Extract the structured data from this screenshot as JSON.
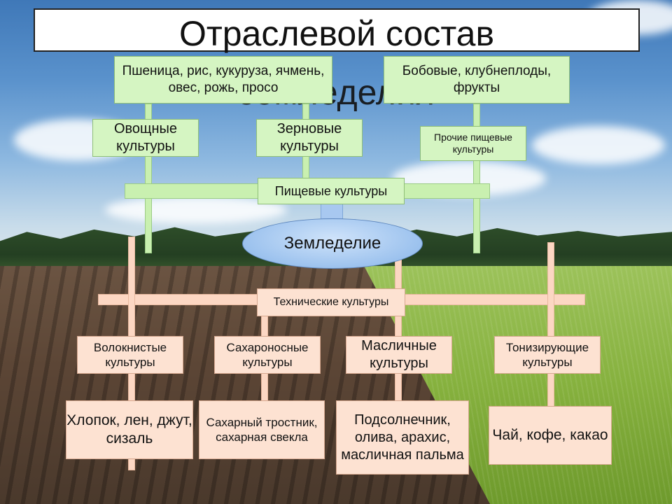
{
  "title": "Отраслевой состав земледелия",
  "title_line1": "Отраслевой состав",
  "title_line2": "земледелия",
  "center": "Земледелие",
  "food_crops": {
    "hub": "Пищевые культуры",
    "vegetable": "Овощные культуры",
    "grain": "Зерновые культуры",
    "other": "Прочие пищевые культуры",
    "grain_examples": "Пшеница, рис, кукуруза, ячмень, овес, рожь, просо",
    "other_examples": "Бобовые, клубнеплоды, фрукты"
  },
  "technical_crops": {
    "hub": "Технические культуры",
    "fiber": "Волокнистые культуры",
    "sugar": "Сахароносные культуры",
    "oil": "Масличные культуры",
    "tonic": "Тонизирующие культуры",
    "fiber_examples": "Хлопок, лен, джут, сизаль",
    "sugar_examples": "Сахарный тростник, сахарная свекла",
    "oil_examples": "Подсолнечник, олива, арахис, масличная пальма",
    "tonic_examples": "Чай, кофе, какао"
  },
  "colors": {
    "food_box": "#d5f5c2",
    "technical_box": "#fde2d2",
    "center_oval": "#9cc2ee"
  }
}
